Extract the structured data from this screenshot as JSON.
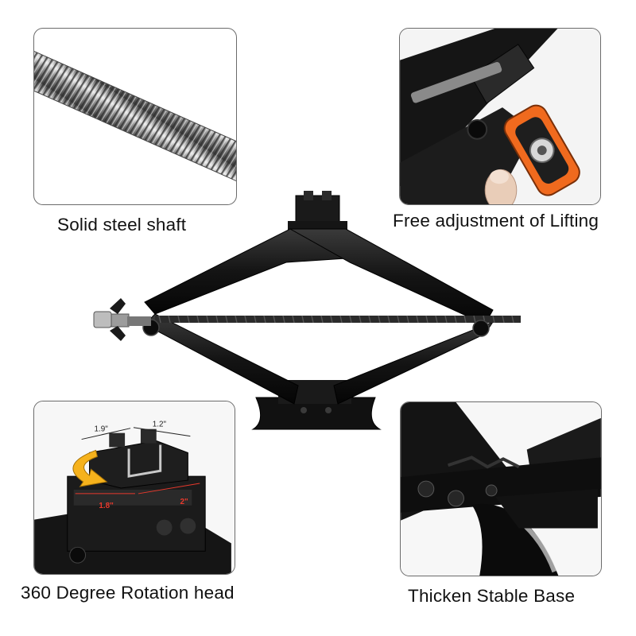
{
  "captions": {
    "shaft": "Solid steel shaft",
    "adjust": "Free adjustment of Lifting",
    "head": "360 Degree Rotation head",
    "base": "Thicken Stable Base"
  },
  "dimensions": {
    "top_left": "1.9\"",
    "top_right": "1.2\"",
    "bottom_left": "1.8\"",
    "bottom_right": "2\""
  },
  "colors": {
    "jack_black": "#141414",
    "handle_orange": "#f06a1e",
    "arrow_yellow": "#f6b21c",
    "dimension_red": "#e8392c",
    "panel_border": "#6b6b6b"
  }
}
